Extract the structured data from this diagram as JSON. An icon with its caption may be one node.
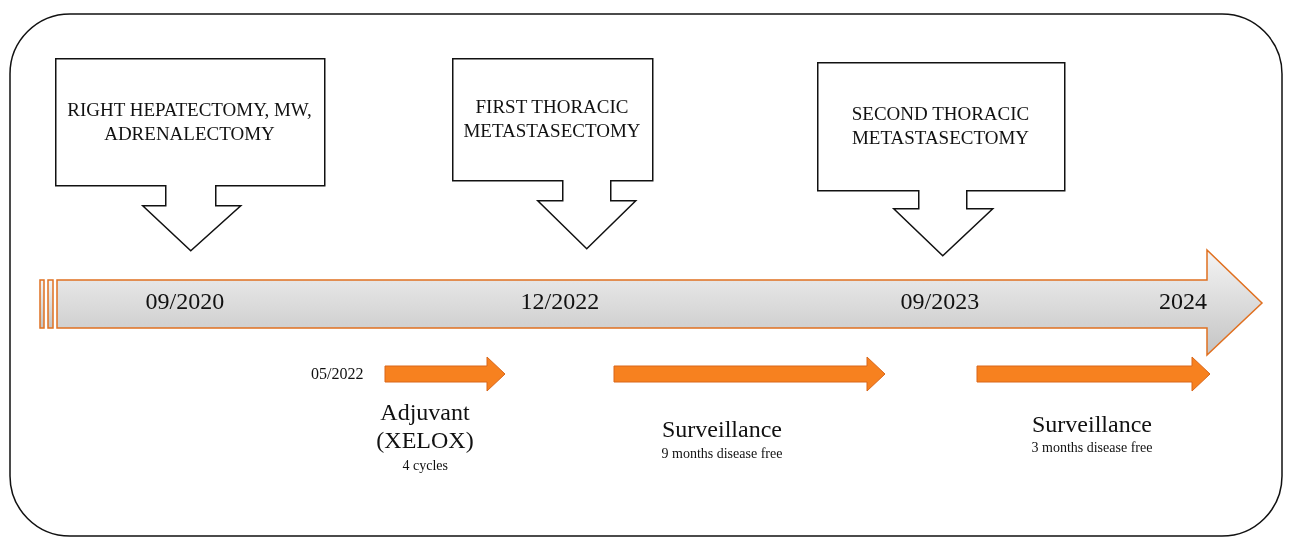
{
  "diagram": {
    "nodes": [
      {
        "text": [
          "RIGHT HEPATECTOMY, MW, ADRENALECTOMY"
        ]
      },
      {
        "text": [
          "FIRST THORACIC METASTASECTOMY"
        ]
      },
      {
        "text": [
          "SECOND THORACIC METASTASECTOMY"
        ]
      }
    ],
    "labels": [
      "09/2020",
      "12/2022",
      "09/2023",
      "2024",
      "05/2022",
      "Adjuvant (XELOX)",
      "4 cycles",
      "Surveillance",
      "9 months disease free",
      "Surveillance",
      "3 months disease free"
    ]
  }
}
